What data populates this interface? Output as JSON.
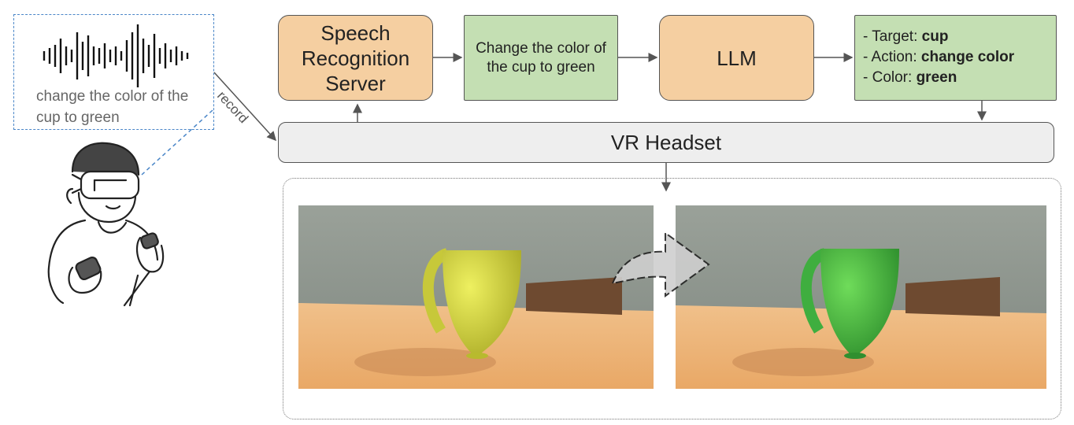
{
  "speech": {
    "transcript": "change the color of the cup to green",
    "record_label": "record"
  },
  "boxes": {
    "asr_line1": "Speech",
    "asr_line2": "Recognition",
    "asr_line3": "Server",
    "transcript_box": "Change the color of the cup to green",
    "llm": "LLM",
    "vr_headset": "VR Headset"
  },
  "llm_output": {
    "target_label": "- Target: ",
    "target_value": "cup",
    "action_label": "- Action: ",
    "action_value": "change color",
    "color_label": "- Color: ",
    "color_value": "green"
  },
  "colors": {
    "asr_fill": "#f5cfa1",
    "text_box_fill": "#c4dfb3",
    "headset_fill": "#eeeeee",
    "bubble_border": "#4a86c8",
    "cup_before": "#c8cc3a",
    "cup_after": "#3fae3f",
    "table": "#eeb070"
  }
}
